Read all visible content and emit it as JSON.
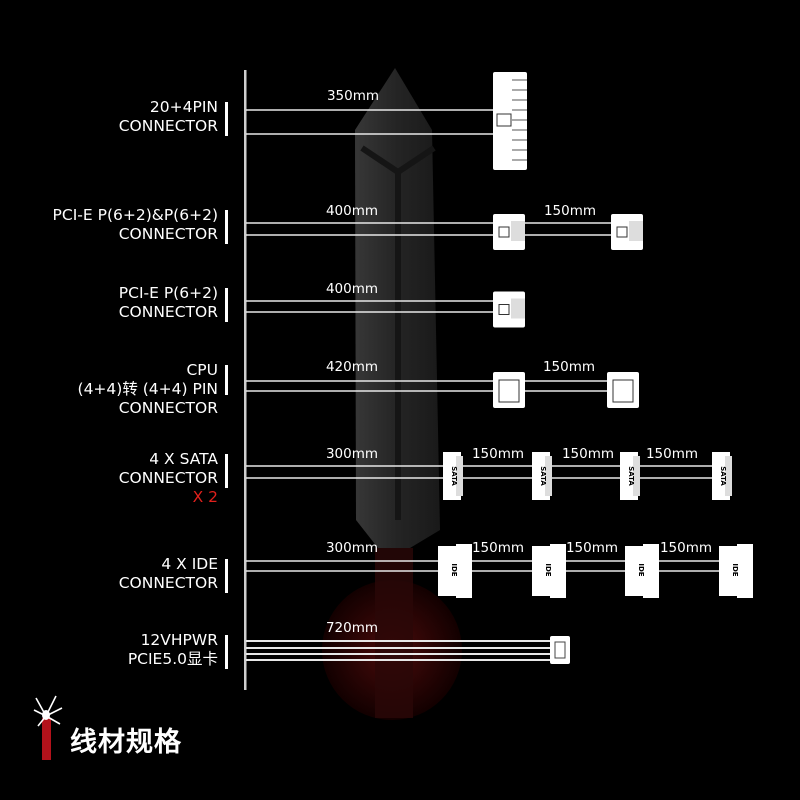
{
  "colors": {
    "background": "#000000",
    "line": "#ffffff",
    "accent": "#e0201c",
    "sword": "#2b2b2b"
  },
  "footer": {
    "title": "线材规格",
    "icon": "spider-logo-icon"
  },
  "cables": [
    {
      "id": "atx",
      "label_lines": [
        "20+4PIN",
        "CONNECTOR"
      ],
      "segments": [
        "350mm"
      ],
      "connectors": [
        {
          "type": "atx",
          "text": ""
        }
      ]
    },
    {
      "id": "pcie-dual",
      "label_lines": [
        "PCI-E P(6+2)&P(6+2)",
        "CONNECTOR"
      ],
      "segments": [
        "400mm",
        "150mm"
      ],
      "connectors": [
        {
          "type": "pcie",
          "text": ""
        },
        {
          "type": "pcie",
          "text": ""
        }
      ]
    },
    {
      "id": "pcie-single",
      "label_lines": [
        "PCI-E P(6+2)",
        "CONNECTOR"
      ],
      "segments": [
        "400mm"
      ],
      "connectors": [
        {
          "type": "pcie",
          "text": ""
        }
      ]
    },
    {
      "id": "cpu",
      "label_lines": [
        "CPU",
        "(4+4)转 (4+4) PIN",
        "CONNECTOR"
      ],
      "segments": [
        "420mm",
        "150mm"
      ],
      "connectors": [
        {
          "type": "cpu",
          "text": ""
        },
        {
          "type": "cpu",
          "text": ""
        }
      ]
    },
    {
      "id": "sata",
      "label_lines": [
        "4 X SATA",
        "CONNECTOR"
      ],
      "extra": "X 2",
      "segments": [
        "300mm",
        "150mm",
        "150mm",
        "150mm"
      ],
      "connectors": [
        {
          "type": "sata",
          "text": "SATA"
        },
        {
          "type": "sata",
          "text": "SATA"
        },
        {
          "type": "sata",
          "text": "SATA"
        },
        {
          "type": "sata",
          "text": "SATA"
        }
      ]
    },
    {
      "id": "ide",
      "label_lines": [
        "4 X IDE",
        "CONNECTOR"
      ],
      "segments": [
        "300mm",
        "150mm",
        "150mm",
        "150mm"
      ],
      "connectors": [
        {
          "type": "ide",
          "text": "IDE"
        },
        {
          "type": "ide",
          "text": "IDE"
        },
        {
          "type": "ide",
          "text": "IDE"
        },
        {
          "type": "ide",
          "text": "IDE"
        }
      ]
    },
    {
      "id": "hpwr",
      "label_lines": [
        "12VHPWR",
        "PCIE5.0显卡"
      ],
      "segments": [
        "720mm"
      ],
      "connectors": [
        {
          "type": "hpwr",
          "text": ""
        }
      ]
    }
  ]
}
